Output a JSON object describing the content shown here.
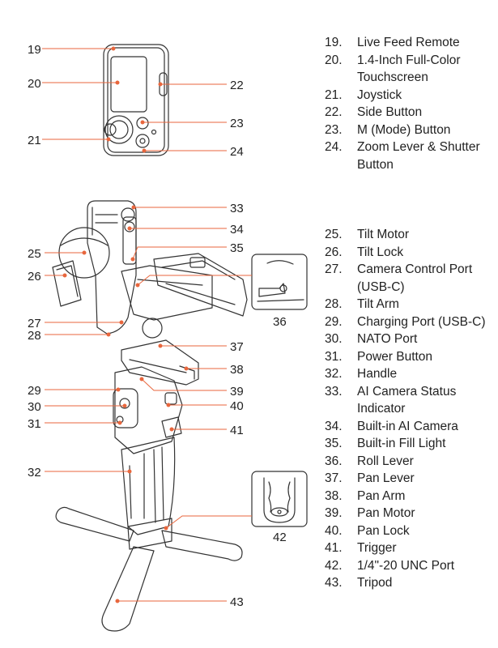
{
  "legend_top": [
    {
      "num": "19.",
      "text": "Live Feed Remote"
    },
    {
      "num": "20.",
      "text": "1.4-Inch Full-Color Touchscreen"
    },
    {
      "num": "21.",
      "text": "Joystick"
    },
    {
      "num": "22.",
      "text": "Side Button"
    },
    {
      "num": "23.",
      "text": "M (Mode) Button"
    },
    {
      "num": "24.",
      "text": "Zoom Lever & Shutter Button"
    }
  ],
  "legend_bottom": [
    {
      "num": "25.",
      "text": "Tilt Motor"
    },
    {
      "num": "26.",
      "text": "Tilt Lock"
    },
    {
      "num": "27.",
      "text": "Camera Control Port (USB-C)"
    },
    {
      "num": "28.",
      "text": "Tilt Arm"
    },
    {
      "num": "29.",
      "text": "Charging Port (USB-C)"
    },
    {
      "num": "30.",
      "text": "NATO Port"
    },
    {
      "num": "31.",
      "text": "Power Button"
    },
    {
      "num": "32.",
      "text": "Handle"
    },
    {
      "num": "33.",
      "text": "AI Camera Status Indicator"
    },
    {
      "num": "34.",
      "text": "Built-in AI Camera"
    },
    {
      "num": "35.",
      "text": "Built-in Fill Light"
    },
    {
      "num": "36.",
      "text": "Roll Lever"
    },
    {
      "num": "37.",
      "text": "Pan Lever"
    },
    {
      "num": "38.",
      "text": "Pan Arm"
    },
    {
      "num": "39.",
      "text": "Pan Motor"
    },
    {
      "num": "40.",
      "text": "Pan Lock"
    },
    {
      "num": "41.",
      "text": "Trigger"
    },
    {
      "num": "42.",
      "text": "1/4\"-20 UNC Port"
    },
    {
      "num": "43.",
      "text": "Tripod"
    }
  ],
  "callouts": {
    "c19": "19",
    "c20": "20",
    "c21": "21",
    "c22": "22",
    "c23": "23",
    "c24": "24",
    "c25": "25",
    "c26": "26",
    "c27": "27",
    "c28": "28",
    "c29": "29",
    "c30": "30",
    "c31": "31",
    "c32": "32",
    "c33": "33",
    "c34": "34",
    "c35": "35",
    "c36": "36",
    "c37": "37",
    "c38": "38",
    "c39": "39",
    "c40": "40",
    "c41": "41",
    "c42": "42",
    "c43": "43"
  },
  "colors": {
    "leader": "#e8663d",
    "outline": "#333333"
  }
}
